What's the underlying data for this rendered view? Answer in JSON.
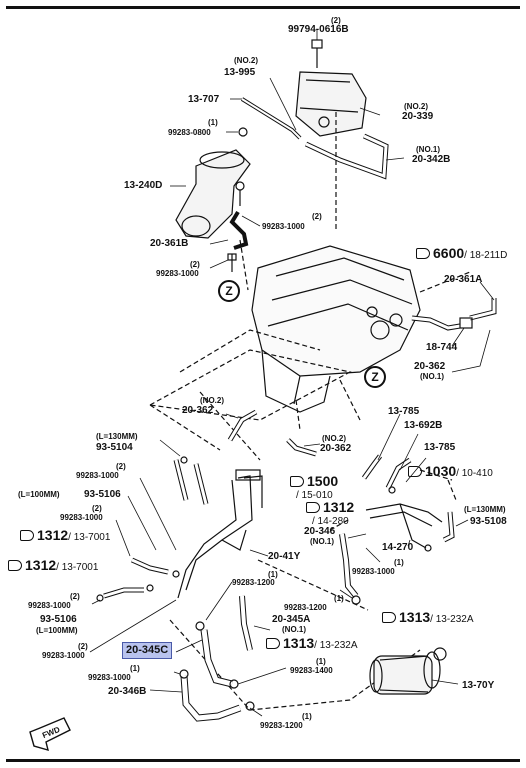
{
  "labels": {
    "p99794": "99794-0616B",
    "q99794": "(2)",
    "p13995": "13-995",
    "n13995": "(NO.2)",
    "p13707": "13-707",
    "p20339": "20-339",
    "n20339": "(NO.2)",
    "p0800": "99283-0800",
    "q0800": "(1)",
    "p20342B": "20-342B",
    "n20342B": "(NO.1)",
    "p13240D": "13-240D",
    "p1000a": "99283-1000",
    "q1000a": "(2)",
    "p20361B": "20-361B",
    "p1000b": "99283-1000",
    "q1000b": "(2)",
    "ref6600": "6600",
    "pg6600": "/ 18-211D",
    "p20361A": "20-361A",
    "p18744": "18-744",
    "p20362a": "20-362",
    "n20362a": "(NO.1)",
    "p20362b": "20-362",
    "n20362b": "(NO.2)",
    "p20362c": "20-362",
    "n20362c": "(NO.2)",
    "l130a": "(L=130MM)",
    "p935104": "93-5104",
    "p1000c": "99283-1000",
    "q1000c": "(2)",
    "l100a": "(L=100MM)",
    "p935106a": "93-5106",
    "p1000d": "99283-1000",
    "q1000d": "(2)",
    "ref1312a": "1312",
    "pg1312a": "/ 13-7001",
    "ref1312b": "1312",
    "pg1312b": "/ 13-7001",
    "p1000e": "99283-1000",
    "q1000e": "(2)",
    "p935106b": "93-5106",
    "l100b": "(L=100MM)",
    "p1000f": "99283-1000",
    "q1000f": "(2)",
    "p13785a": "13-785",
    "p13692B": "13-692B",
    "p13785b": "13-785",
    "ref1500": "1500",
    "pg1500": "/ 15-010",
    "ref1030": "1030",
    "pg1030": "/ 10-410",
    "ref1312c": "1312",
    "pg1312c": "/ 14-280",
    "l130b": "(L=130MM)",
    "p935108": "93-5108",
    "p20346": "20-346",
    "n20346": "(NO.1)",
    "p14270": "14-270",
    "p1000g": "99283-1000",
    "q1000g": "(1)",
    "p20041Y": "20-41Y",
    "p1200a": "99283-1200",
    "q1200a": "(1)",
    "p1200b": "99283-1200",
    "q1200b": "(1)",
    "ref1313a": "1313",
    "pg1313a": "/ 13-232A",
    "p20345A": "20-345A",
    "n20345A": "(NO.1)",
    "ref1313b": "1313",
    "pg1313b": "/ 13-232A",
    "p20345C": "20-345C",
    "p1400": "99283-1400",
    "q1400": "(1)",
    "p1000h": "99283-1000",
    "q1000h": "(1)",
    "p20346B": "20-346B",
    "p13070Y": "13-70Y",
    "p1200c": "99283-1200",
    "q1200c": "(1)",
    "z1": "Z",
    "z2": "Z",
    "fwd": "FWD"
  },
  "colors": {
    "highlight": "#b9c3ee",
    "ink": "#111111"
  }
}
